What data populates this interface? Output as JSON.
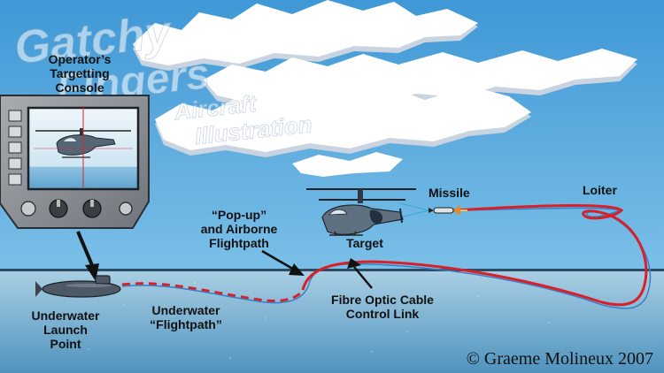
{
  "labels": {
    "console_line1": "Operator’s",
    "console_line2": "Targetting",
    "console_line3": "Console",
    "missile": "Missile",
    "loiter": "Loiter",
    "target": "Target",
    "popup_line1": "“Pop-up”",
    "popup_line2": "and Airborne",
    "popup_line3": "Flightpath",
    "fibre_line1": "Fibre Optic Cable",
    "fibre_line2": "Control Link",
    "uw_launch_line1": "Underwater",
    "uw_launch_line2": "Launch",
    "uw_launch_line3": "Point",
    "uw_flight_line1": "Underwater",
    "uw_flight_line2": "“Flightpath”"
  },
  "credit": "© Graeme Molineux 2007",
  "watermark": {
    "line1": "Gatchy",
    "line2": "Fingers",
    "line3": "Aircraft",
    "line4": "Illustration"
  },
  "colors": {
    "sky": "#5aa9dc",
    "sea_top": "#8bbcd8",
    "sea_bottom": "#4f93be",
    "clouds": "#ffffff",
    "cloud_shadow": "#c9d4e0",
    "flightpath": "#d8202a",
    "fibre_cable": "#3a7fc4",
    "console_body": "#8a8f95"
  }
}
